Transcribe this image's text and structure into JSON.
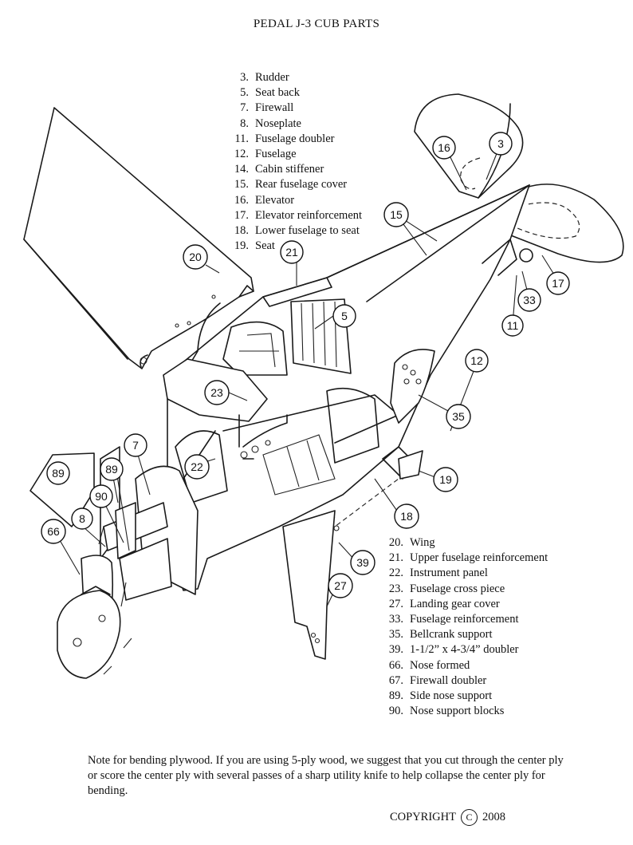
{
  "title": "PEDAL J-3 CUB PARTS",
  "parts_top": [
    {
      "num": "3.",
      "name": "Rudder"
    },
    {
      "num": "5.",
      "name": "Seat back"
    },
    {
      "num": "7.",
      "name": "Firewall"
    },
    {
      "num": "8.",
      "name": "Noseplate"
    },
    {
      "num": "11.",
      "name": "Fuselage doubler"
    },
    {
      "num": "12.",
      "name": "Fuselage"
    },
    {
      "num": "14.",
      "name": "Cabin stiffener"
    },
    {
      "num": "15.",
      "name": "Rear fuselage cover"
    },
    {
      "num": "16.",
      "name": "Elevator"
    },
    {
      "num": "17.",
      "name": "Elevator reinforcement"
    },
    {
      "num": "18.",
      "name": "Lower fuselage to seat"
    },
    {
      "num": "19.",
      "name": "Seat"
    }
  ],
  "parts_bottom": [
    {
      "num": "20.",
      "name": "Wing"
    },
    {
      "num": "21.",
      "name": "Upper fuselage reinforcement"
    },
    {
      "num": "22.",
      "name": "Instrument panel"
    },
    {
      "num": "23.",
      "name": "Fuselage cross piece"
    },
    {
      "num": "27.",
      "name": "Landing gear cover"
    },
    {
      "num": "33.",
      "name": "Fuselage reinforcement"
    },
    {
      "num": "35.",
      "name": "Bellcrank support"
    },
    {
      "num": "39.",
      "name": "1-1/2” x 4-3/4” doubler"
    },
    {
      "num": "66.",
      "name": "Nose formed"
    },
    {
      "num": "67.",
      "name": "Firewall doubler"
    },
    {
      "num": "89.",
      "name": "Side nose support"
    },
    {
      "num": "90.",
      "name": "Nose support blocks"
    }
  ],
  "callouts": {
    "c16": "16",
    "c3": "3",
    "c15": "15",
    "c20": "20",
    "c21": "21",
    "c5": "5",
    "c17": "17",
    "c33": "33",
    "c11": "11",
    "c12": "12",
    "c23": "23",
    "c35": "35",
    "c7": "7",
    "c22": "22",
    "c19": "19",
    "c89a": "89",
    "c89b": "89",
    "c90": "90",
    "c8": "8",
    "c18": "18",
    "c66": "66",
    "c39": "39",
    "c27": "27"
  },
  "note": "Note for bending plywood.  If you are using 5-ply wood, we suggest that you cut through the center ply or score the center ply with several passes of a sharp utility knife to help collapse the center ply for bending.",
  "copyright": {
    "label": "COPYRIGHT",
    "symbol": "C",
    "year": "2008"
  }
}
